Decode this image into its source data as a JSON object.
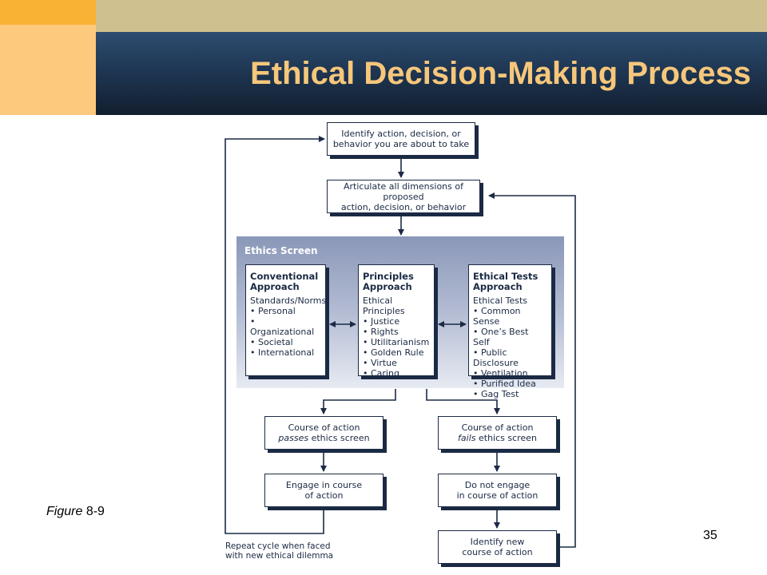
{
  "slide": {
    "title": "Ethical Decision-Making Process",
    "figure_word": "Figure",
    "figure_number": "8-9",
    "page_number": "35"
  },
  "diagram": {
    "step_identify": [
      "Identify action, decision, or",
      "behavior you are about to take"
    ],
    "step_articulate": [
      "Articulate all dimensions of proposed",
      "action, decision, or behavior"
    ],
    "screen_title": "Ethics Screen",
    "conventional": {
      "heading": [
        "Conventional",
        "Approach"
      ],
      "sub": "Standards/Norms",
      "items": [
        "• Personal",
        "• Organizational",
        "• Societal",
        "• International"
      ]
    },
    "principles": {
      "heading": [
        "Principles",
        "Approach"
      ],
      "sub": "Ethical Principles",
      "items": [
        "• Justice",
        "• Rights",
        "• Utilitarianism",
        "• Golden Rule",
        "• Virtue",
        "• Caring"
      ]
    },
    "tests": {
      "heading": [
        "Ethical Tests",
        "Approach"
      ],
      "sub": "Ethical Tests",
      "items": [
        "• Common Sense",
        "• One’s Best Self",
        "• Public Disclosure",
        "• Ventilation",
        "• Purified Idea",
        "• Gag Test"
      ]
    },
    "passes": {
      "line1": "Course of action",
      "emph": "passes",
      "rest": " ethics screen"
    },
    "fails": {
      "line1": "Course of action",
      "emph": "fails",
      "rest": " ethics screen"
    },
    "engage": [
      "Engage in course",
      "of action"
    ],
    "not_engage": [
      "Do not engage",
      "in course of action"
    ],
    "identify_new": [
      "Identify new",
      "course of action"
    ],
    "repeat": [
      "Repeat cycle when faced",
      "with new ethical dilemma"
    ]
  }
}
